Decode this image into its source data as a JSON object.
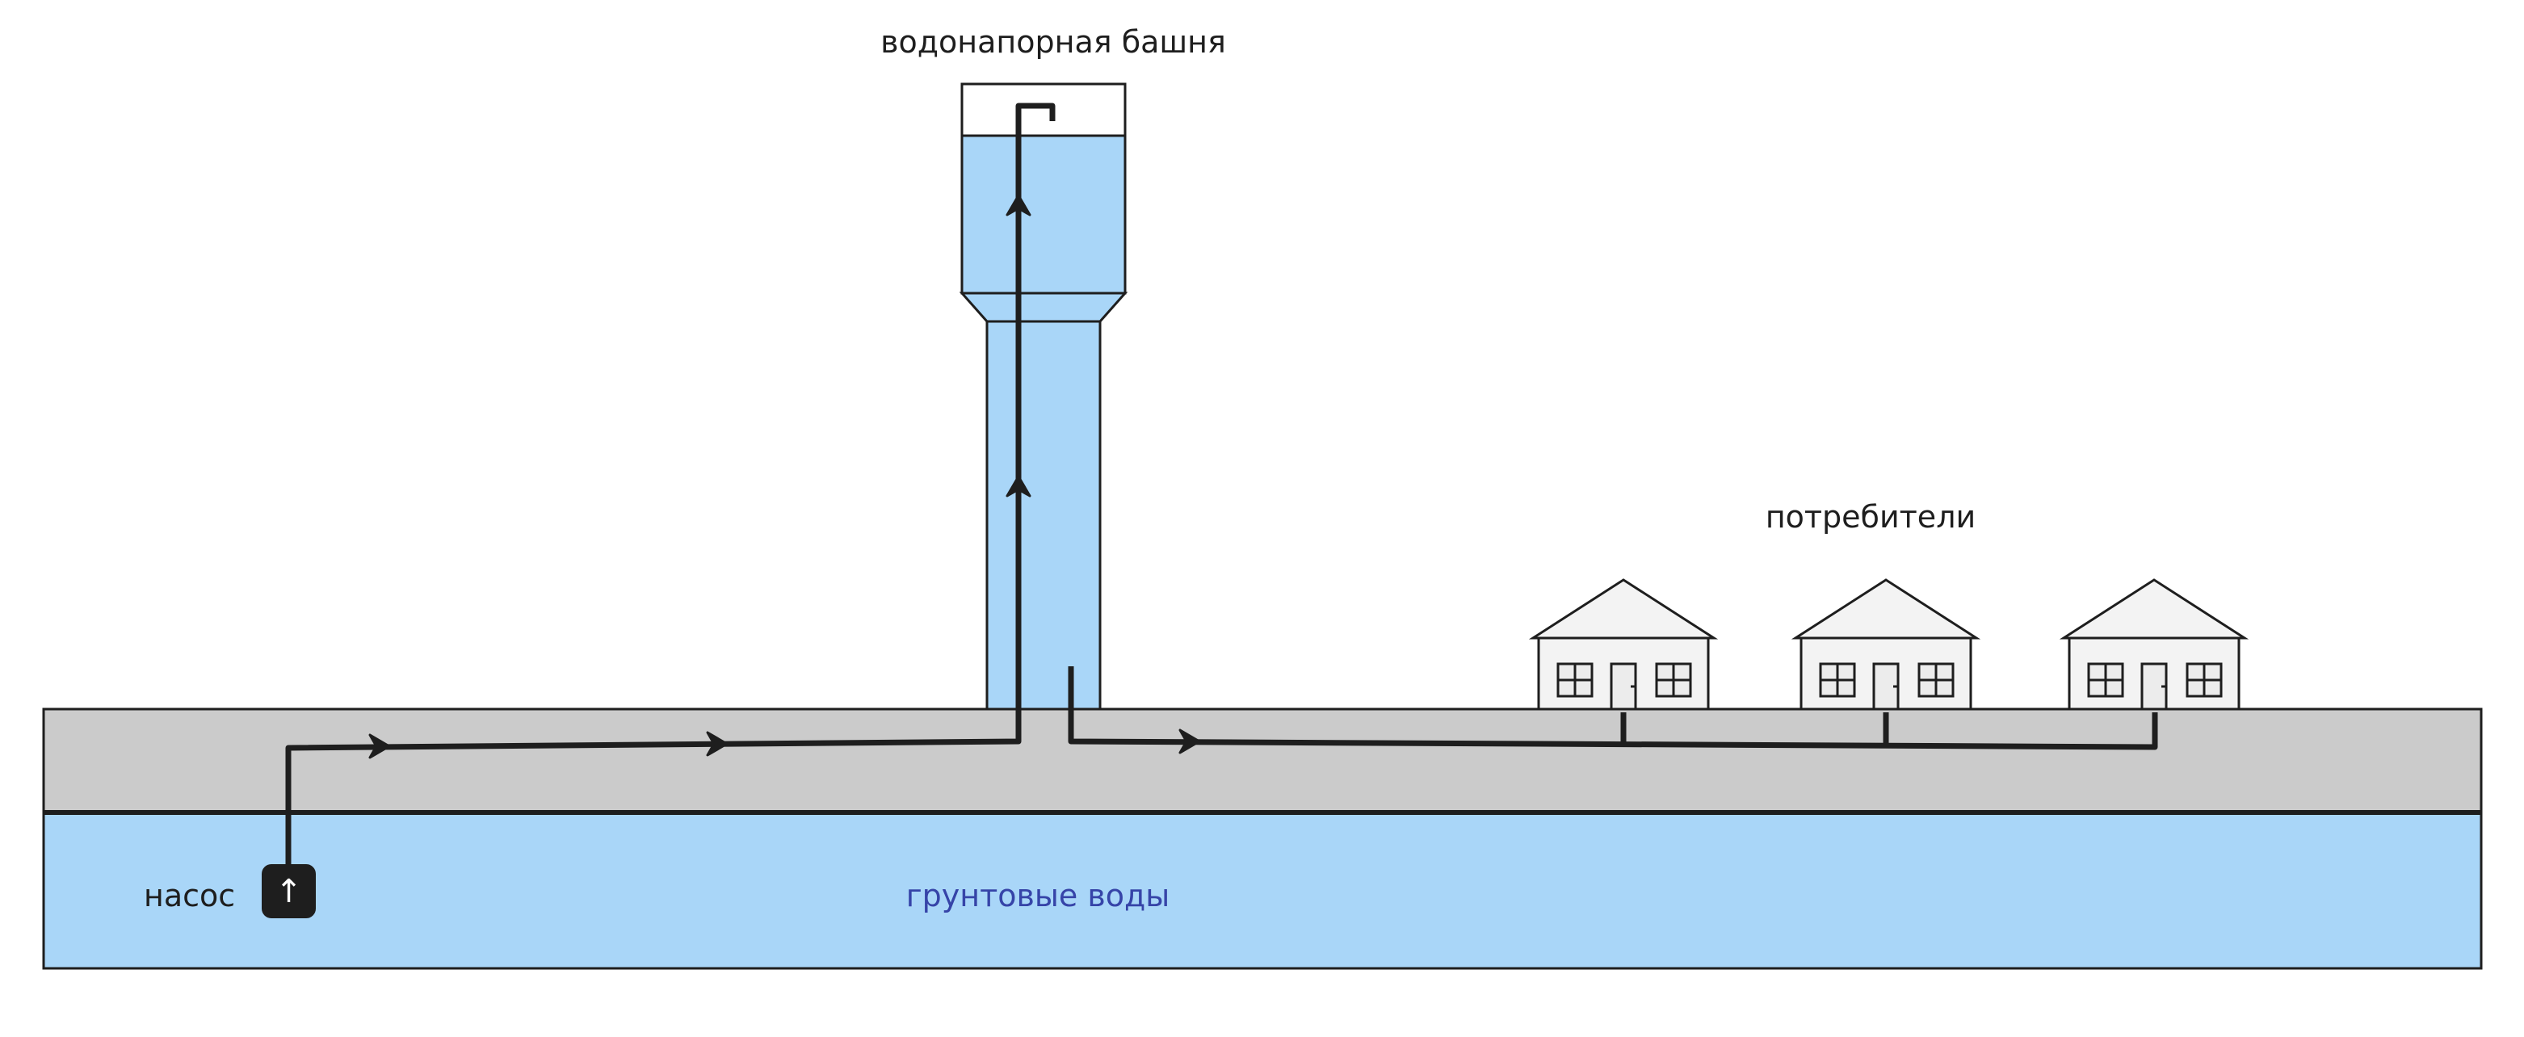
{
  "labels": {
    "tower": "водонапорная башня",
    "consumers": "потребители",
    "pump": "насос",
    "groundwater": "грунтовые воды"
  },
  "pump": {
    "icon": "arrow-up-icon",
    "glyph": "↑"
  },
  "houses": [
    {
      "name": "house-1"
    },
    {
      "name": "house-2"
    },
    {
      "name": "house-3"
    }
  ],
  "flow_arrows": {
    "direction": "pump → tower → consumers"
  },
  "colors": {
    "water": "#a9d6f8",
    "ground": "#cbcbcb",
    "stroke": "#1e1e1e",
    "house_fill": "#f3f3f3",
    "window_fill": "#ececec",
    "groundwater_text": "#3644a8"
  }
}
